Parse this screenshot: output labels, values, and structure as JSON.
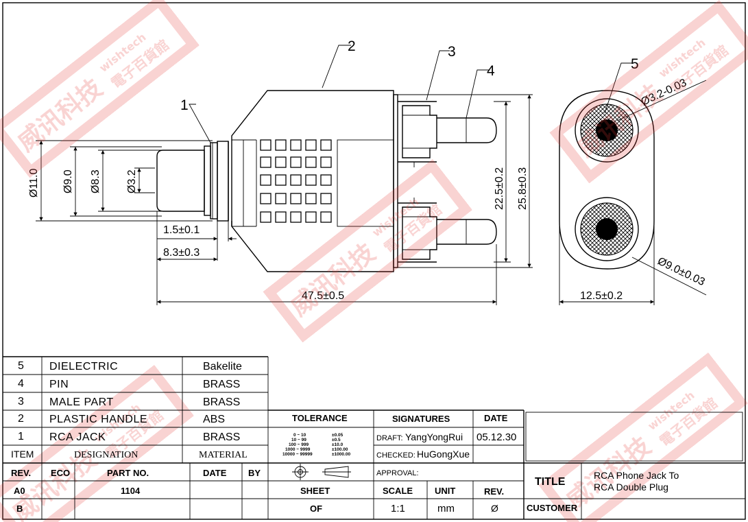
{
  "drawing": {
    "callouts": [
      "1",
      "2",
      "3",
      "4",
      "5"
    ],
    "dimensions": {
      "d11": "Ø11.0",
      "d9": "Ø9.0",
      "d83": "Ø8.3",
      "d32": "Ø3.2",
      "len15": "1.5±0.1",
      "len83": "8.3±0.3",
      "len475": "47.5±0.5",
      "h225": "22.5±0.2",
      "h258": "25.8±0.3",
      "pin32": "Ø3.2-0.03",
      "pin90": "Ø9.0±0.03",
      "w125": "12.5±0.2"
    }
  },
  "watermark": {
    "cn": "威讯科技",
    "en": "wishtech",
    "cn2": "電子百貨館"
  },
  "bom": {
    "rows": [
      {
        "item": "5",
        "designation": "DIELECTRIC",
        "material": "Bakelite"
      },
      {
        "item": "4",
        "designation": "PIN",
        "material": "BRASS"
      },
      {
        "item": "3",
        "designation": "MALE PART",
        "material": "BRASS"
      },
      {
        "item": "2",
        "designation": "PLASTIC HANDLE",
        "material": "ABS"
      },
      {
        "item": "1",
        "designation": "RCA JACK",
        "material": "BRASS"
      }
    ],
    "header": {
      "item": "ITEM",
      "designation": "DESIGNATION",
      "material": "MATERIAL"
    }
  },
  "revisions": {
    "header": {
      "rev": "REV.",
      "eco": "ECO",
      "part_no": "PART NO.",
      "date": "DATE",
      "by": "BY"
    },
    "rows": [
      {
        "rev": "A0",
        "eco": "",
        "part_no": "1104",
        "date": "",
        "by": ""
      },
      {
        "rev": "B",
        "eco": "",
        "part_no": "",
        "date": "",
        "by": ""
      }
    ]
  },
  "tolerance": {
    "title": "TOLERANCE",
    "ranges": [
      "0 ~ 10",
      "10 ~ 99",
      "100 ~ 999",
      "1000 ~ 9999",
      "10000 ~ 99999"
    ],
    "values": [
      "±0.05",
      "±0.5",
      "±10.0",
      "±100.00",
      "±1000.00"
    ]
  },
  "signatures": {
    "title": "SIGNATURES",
    "date_title": "DATE",
    "draft_label": "DRAFT:",
    "draft_name": "YangYongRui",
    "draft_date": "05.12.30",
    "checked_label": "CHECKED:",
    "checked_name": "HuGongXue",
    "approval_label": "APPROVAL:"
  },
  "sheet_info": {
    "sheet_label": "SHEET",
    "of_label": "OF",
    "scale_label": "SCALE",
    "scale_value": "1:1",
    "unit_label": "UNIT",
    "unit_value": "mm",
    "rev_label": "REV.",
    "rev_value": "Ø"
  },
  "title_block": {
    "title_label": "TITLE",
    "title_line1": "RCA  Phone  Jack  To",
    "title_line2": "RCA  Double  Plug",
    "customer_label": "CUSTOMER"
  }
}
